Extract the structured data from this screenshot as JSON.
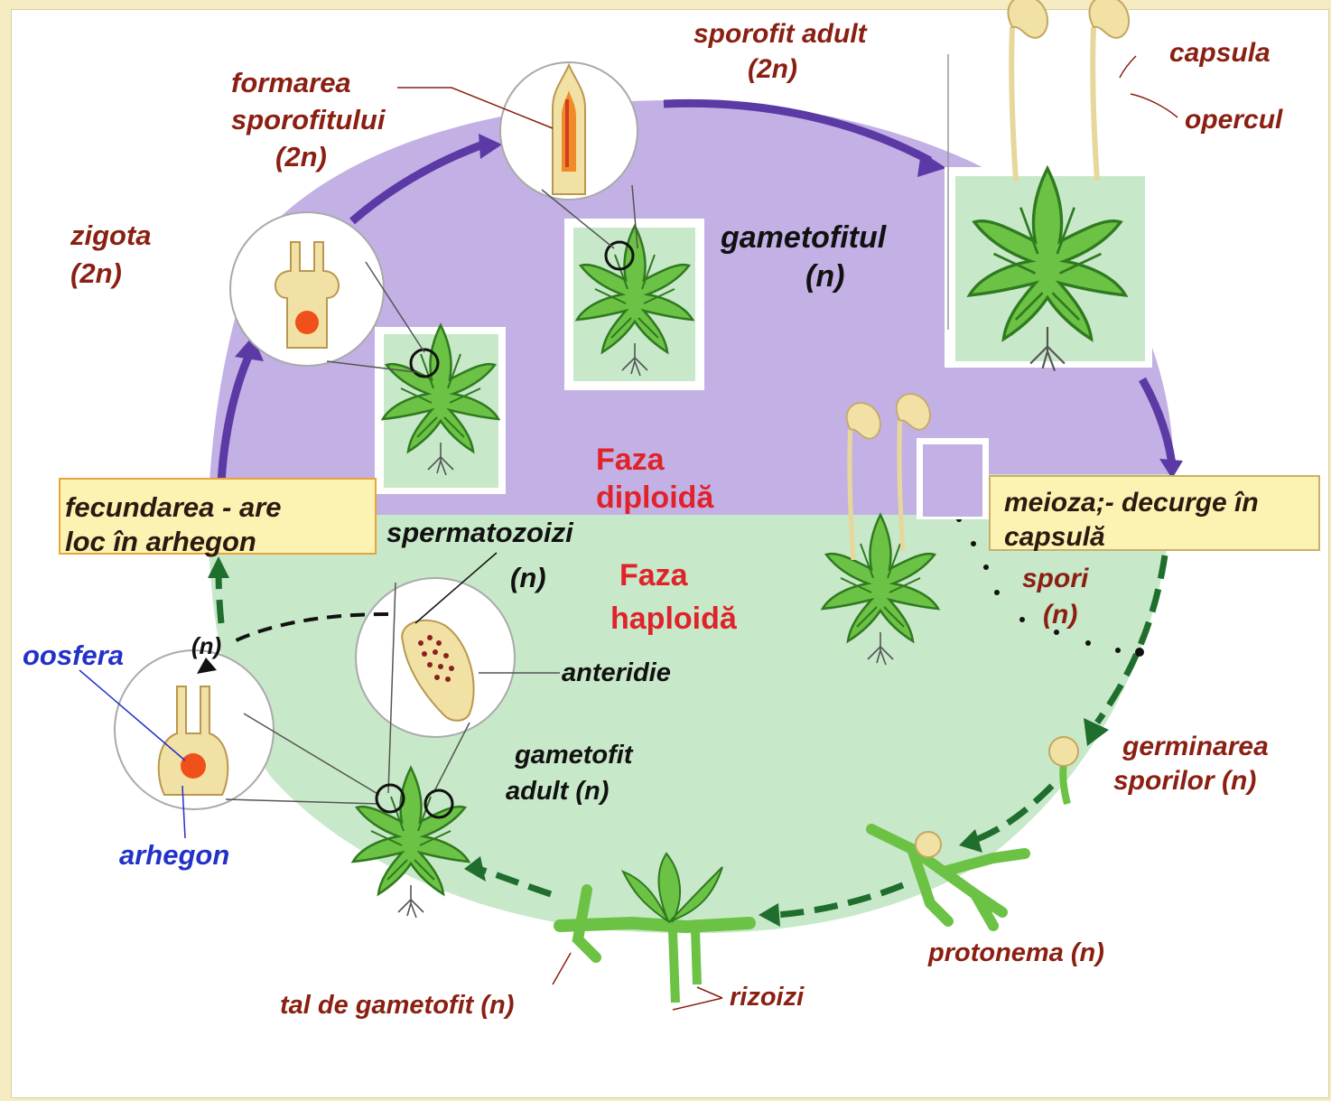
{
  "colors": {
    "diploid_region": "#c3b0e4",
    "haploid_region": "#c7e8c9",
    "diploid_arrow": "#5b3aa6",
    "haploid_arrow": "#1f6e2e",
    "label_dark": "#8a1f12",
    "label_blue": "#2231c8",
    "label_red": "#e0232a",
    "note_box_fill": "#fcf2b2",
    "note_box_border": "#e7a43a",
    "plant_green": "#5fbb3e",
    "capsule_cream": "#f2e1a4"
  },
  "labels": {
    "sporofit_adult_1": "sporofit adult",
    "sporofit_adult_2": "(2n)",
    "capsula": "capsula",
    "opercul": "opercul",
    "formarea_1": "formarea",
    "formarea_2": "sporofitului",
    "formarea_3": "(2n)",
    "zigota_1": "zigota",
    "zigota_2": "(2n)",
    "gametofitul_1": "gametofitul",
    "gametofitul_2": "(n)",
    "faza_diploida_1": "Faza",
    "faza_diploida_2": "diploidă",
    "faza_haploida_1": "Faza",
    "faza_haploida_2": "haploidă",
    "spermatozoizi_1": "spermatozoizi",
    "spermatozoizi_2": "(n)",
    "oosfera": "oosfera",
    "n_mark": "(n)",
    "arhegon": "arhegon",
    "anteridie": "anteridie",
    "gametofit_adult_1": "gametofit",
    "gametofit_adult_2": "adult  (n)",
    "spori_1": "spori",
    "spori_2": "(n)",
    "germinarea_1": "germinarea",
    "germinarea_2": "sporilor (n)",
    "protonema": "protonema (n)",
    "tal_de_gametofit": "tal de gametofit (n)",
    "rizoizi": "rizoizi"
  },
  "boxes": {
    "fecundarea_1": "fecundarea - are",
    "fecundarea_2": "loc în arhegon",
    "meioza_1": "meioza;- decurge în",
    "meioza_2": "capsulă"
  }
}
